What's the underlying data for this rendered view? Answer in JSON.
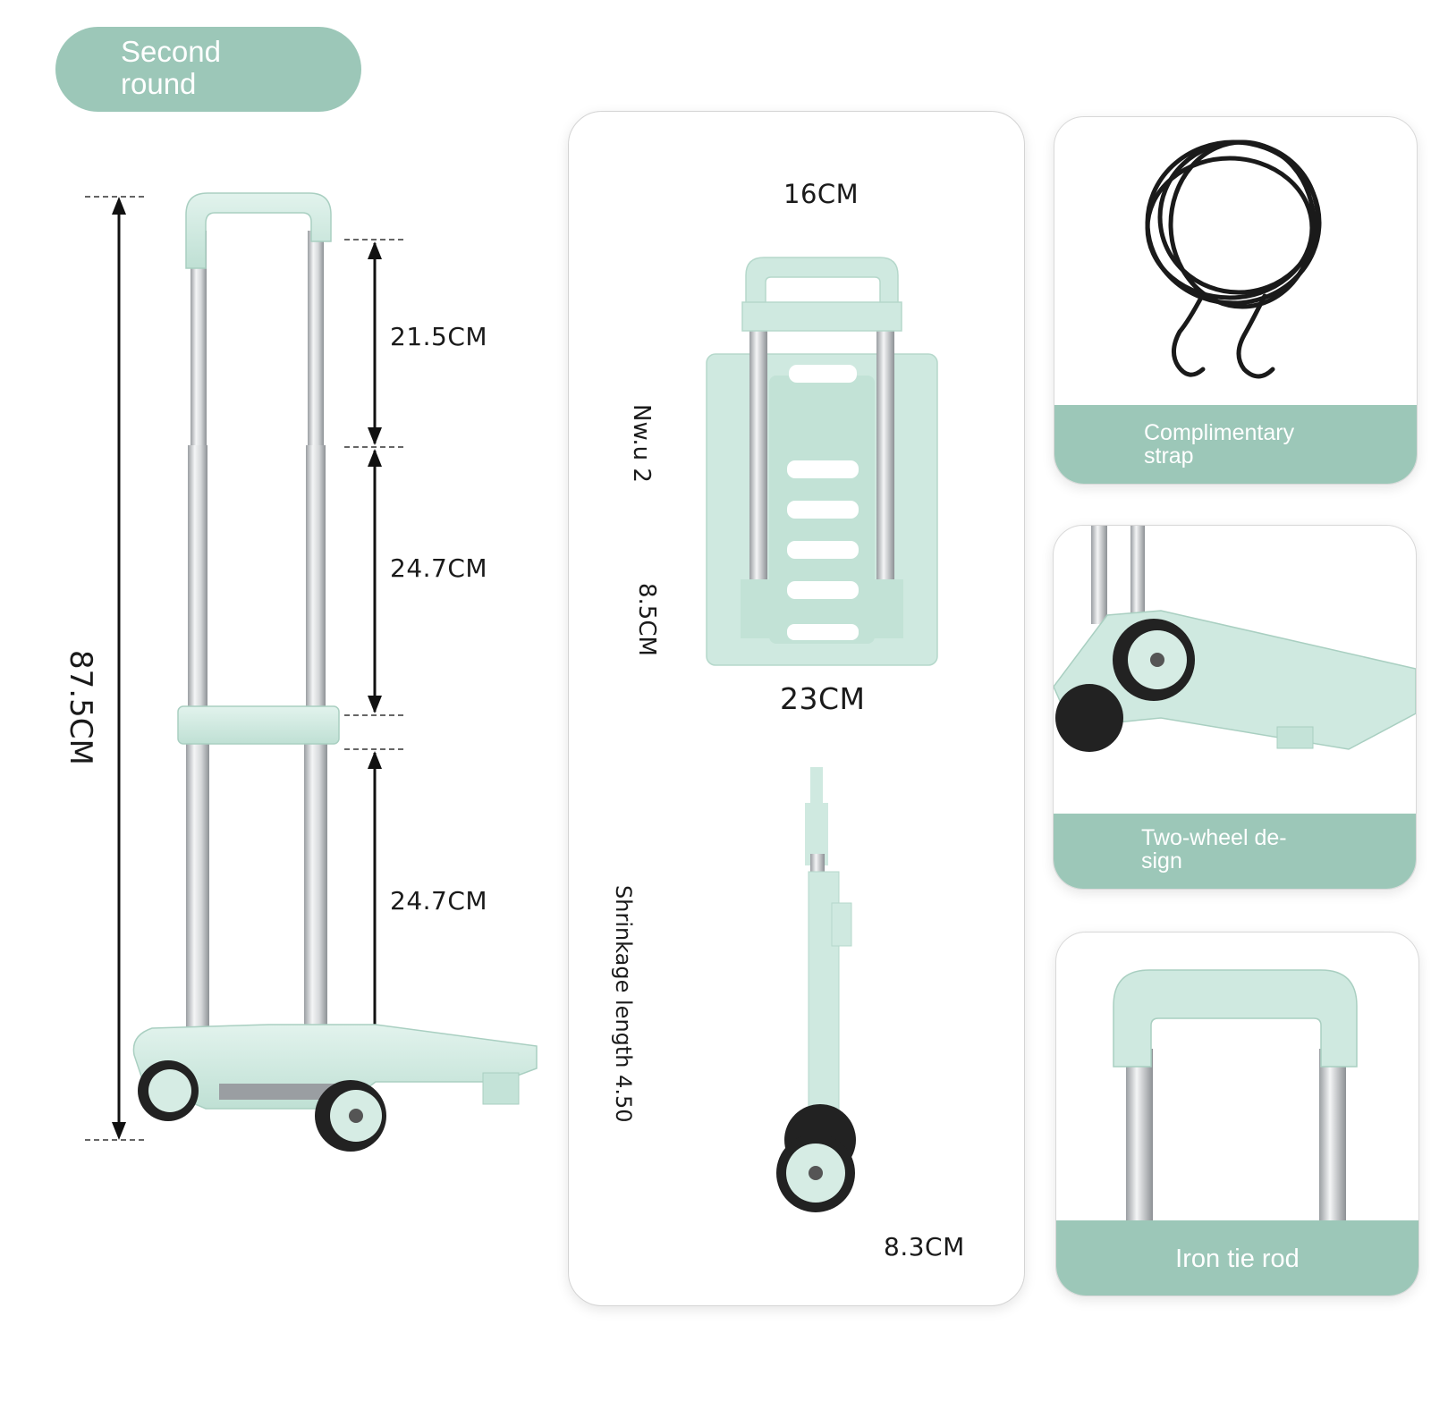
{
  "badge": {
    "line1": "Second",
    "line2": "round"
  },
  "main_trolley": {
    "total_height": "87.5CM",
    "segment_top": "21.5CM",
    "segment_middle": "24.7CM",
    "segment_bottom": "24.7CM"
  },
  "dimension_panel": {
    "handle_width": "16CM",
    "plate_width": "23CM",
    "plate_height_rotated": "Nw.u 2",
    "plate_lower": "8.5CM",
    "shrinkage_length": "Shrinkage length 4.50",
    "folded_depth": "8.3CM"
  },
  "feature_cards": [
    {
      "line1": "Complimentary",
      "line2": "strap"
    },
    {
      "line1": "Two-wheel de-",
      "line2": "sign"
    },
    {
      "line1": "Iron tie rod"
    }
  ],
  "colors": {
    "mint": "#cfe9e0",
    "band": "#9cc7b8",
    "metal": "#c9ccce"
  }
}
